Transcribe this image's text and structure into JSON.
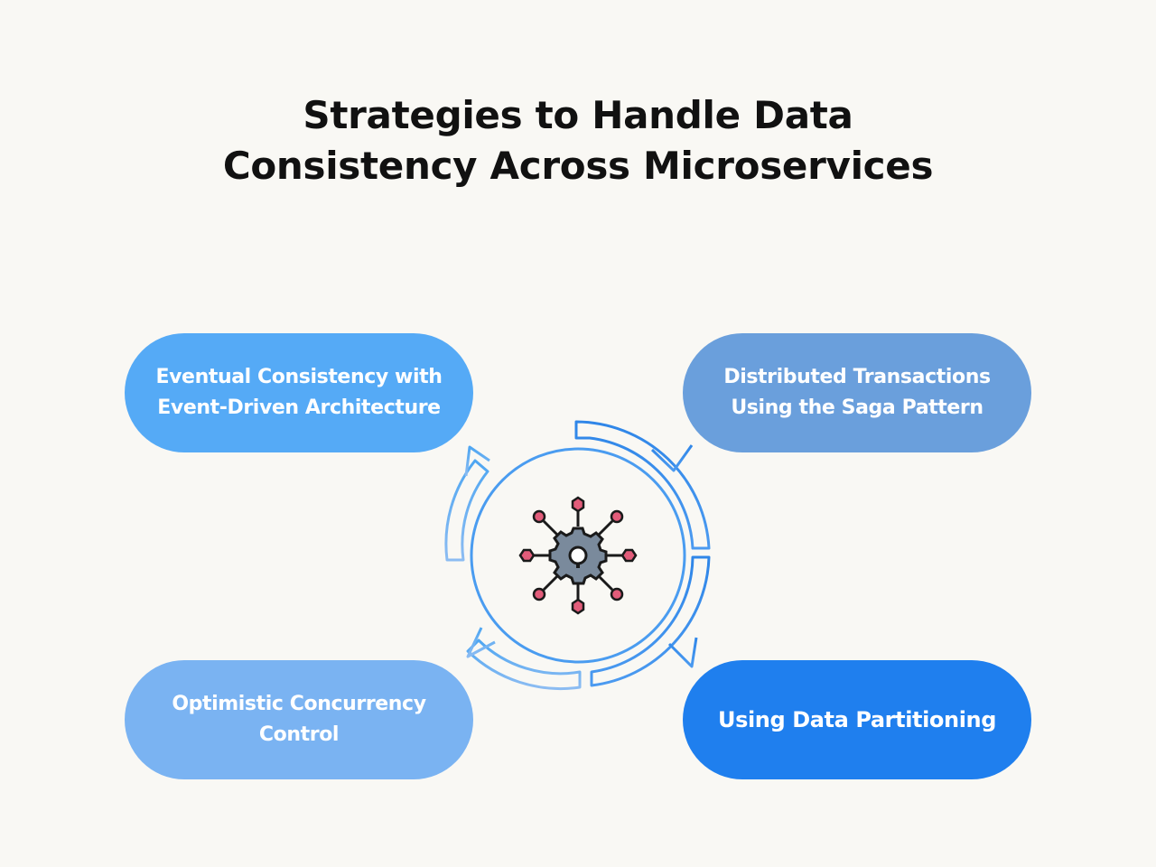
{
  "title": {
    "line1": "Strategies to Handle Data",
    "line2": "Consistency Across Microservices"
  },
  "strategies": {
    "top_left": {
      "line1": "Eventual Consistency with",
      "line2": "Event-Driven Architecture"
    },
    "top_right": {
      "line1": "Distributed Transactions",
      "line2": "Using the Saga Pattern"
    },
    "bottom_left": {
      "line1": "Optimistic Concurrency",
      "line2": "Control"
    },
    "bottom_right": {
      "line1": "Using Data Partitioning"
    }
  },
  "center_icon": "gear-network-icon",
  "colors": {
    "background": "#f9f8f4",
    "pill_top_left": "#55aaf6",
    "pill_top_right": "#6a9fdc",
    "pill_bottom_left": "#7ab3f2",
    "pill_bottom_right": "#1f7fee",
    "gear": "#7a8a9c",
    "node": "#e25c7a"
  }
}
